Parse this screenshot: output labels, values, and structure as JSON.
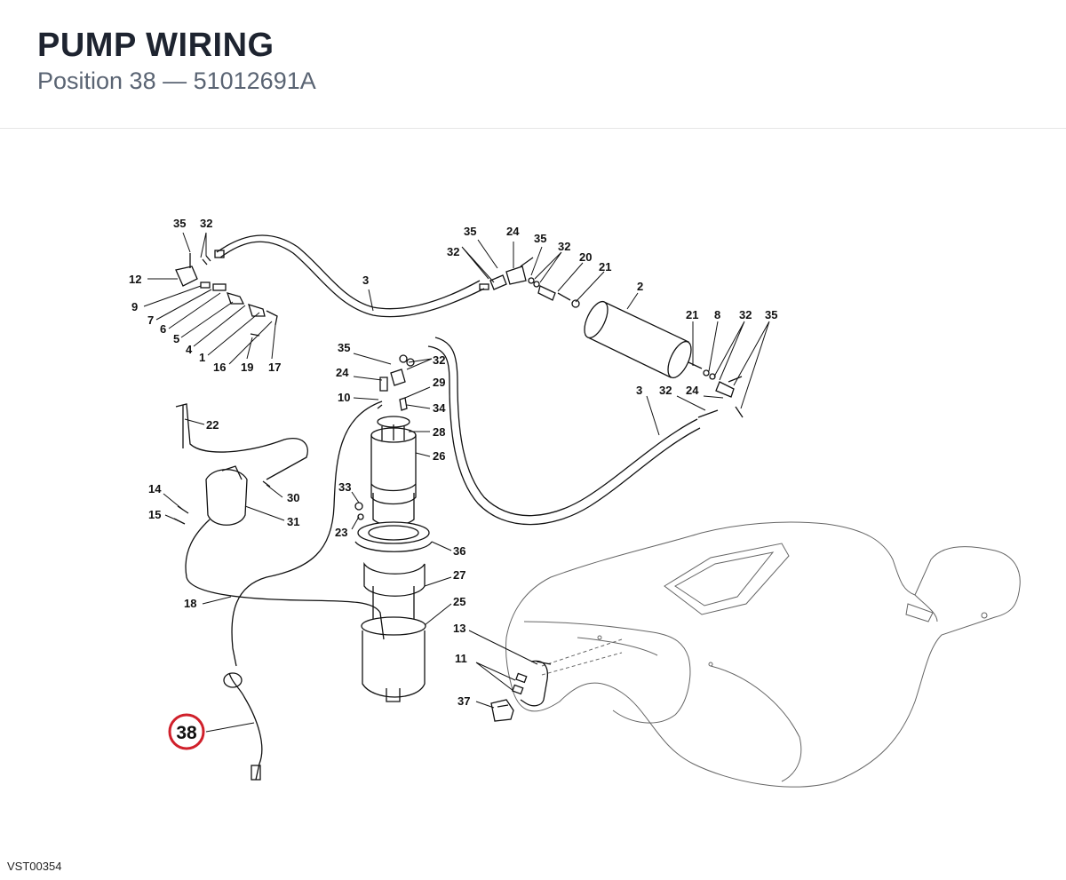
{
  "header": {
    "title": "PUMP WIRING",
    "subtitle": "Position 38 — 51012691A"
  },
  "highlight": {
    "label": "38",
    "color": "#d0202b"
  },
  "callouts": {
    "c35a": "35",
    "c32a": "32",
    "c12": "12",
    "c9": "9",
    "c7": "7",
    "c6": "6",
    "c5": "5",
    "c4": "4",
    "c1": "1",
    "c16": "16",
    "c19": "19",
    "c17": "17",
    "c3a": "3",
    "c35b": "35",
    "c24a": "24",
    "c35c": "35",
    "c32b": "32",
    "c32c": "32",
    "c20": "20",
    "c21a": "21",
    "c2": "2",
    "c21b": "21",
    "c8": "8",
    "c32d": "32",
    "c35d": "35",
    "c3b": "3",
    "c32e": "32",
    "c24b": "24",
    "c35e": "35",
    "c32f": "32",
    "c24c": "24",
    "c29": "29",
    "c10": "10",
    "c34": "34",
    "c28": "28",
    "c26": "26",
    "c22": "22",
    "c14": "14",
    "c30": "30",
    "c15": "15",
    "c31": "31",
    "c33": "33",
    "c23": "23",
    "c36": "36",
    "c27": "27",
    "c18": "18",
    "c25": "25",
    "c13": "13",
    "c11": "11",
    "c37": "37"
  },
  "footer": {
    "code": "VST00354"
  }
}
